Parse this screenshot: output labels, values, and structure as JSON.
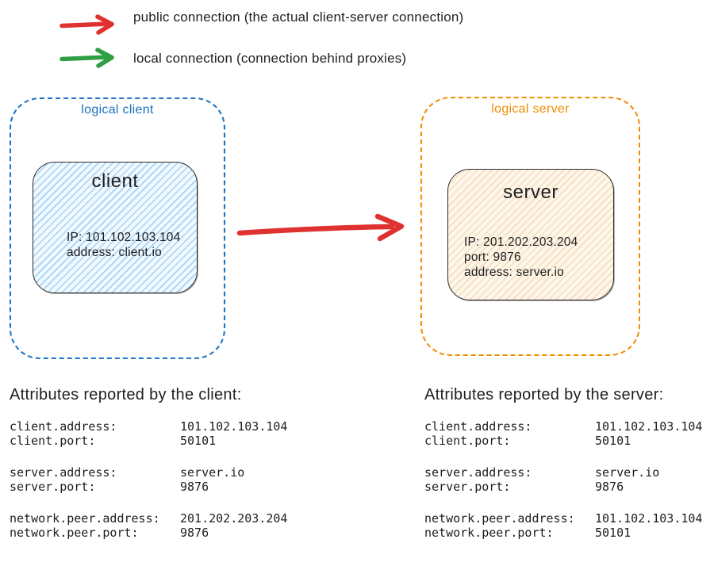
{
  "legend": {
    "items": [
      {
        "name": "public-connection",
        "color": "#e03131",
        "label": "public connection (the actual client-server connection)"
      },
      {
        "name": "local-connection",
        "color": "#2f9e44",
        "label": "local connection (connection behind proxies)"
      }
    ]
  },
  "diagram": {
    "connection": {
      "type": "public",
      "color": "#e03131"
    },
    "logical_client": {
      "label": "logical client",
      "accent_color": "#1971c2",
      "node": {
        "title": "client",
        "fill_color": "#a5d8ff",
        "lines": [
          "IP: 101.102.103.104",
          "address: client.io"
        ]
      }
    },
    "logical_server": {
      "label": "logical server",
      "accent_color": "#f08c00",
      "node": {
        "title": "server",
        "fill_color": "#f3c694",
        "lines": [
          "IP: 201.202.203.204",
          "port: 9876",
          "address: server.io"
        ]
      }
    }
  },
  "attributes": {
    "client": {
      "title": "Attributes reported by the client:",
      "groups": [
        [
          {
            "label": "client.address:",
            "value": "101.102.103.104"
          },
          {
            "label": "client.port:",
            "value": "50101"
          }
        ],
        [
          {
            "label": "server.address:",
            "value": "server.io"
          },
          {
            "label": "server.port:",
            "value": "9876"
          }
        ],
        [
          {
            "label": "network.peer.address:",
            "value": "201.202.203.204"
          },
          {
            "label": "network.peer.port:",
            "value": "9876"
          }
        ]
      ]
    },
    "server": {
      "title": "Attributes reported by the server:",
      "groups": [
        [
          {
            "label": "client.address:",
            "value": "101.102.103.104"
          },
          {
            "label": "client.port:",
            "value": "50101"
          }
        ],
        [
          {
            "label": "server.address:",
            "value": "server.io"
          },
          {
            "label": "server.port:",
            "value": "9876"
          }
        ],
        [
          {
            "label": "network.peer.address:",
            "value": "101.102.103.104"
          },
          {
            "label": "network.peer.port:",
            "value": "50101"
          }
        ]
      ]
    }
  }
}
